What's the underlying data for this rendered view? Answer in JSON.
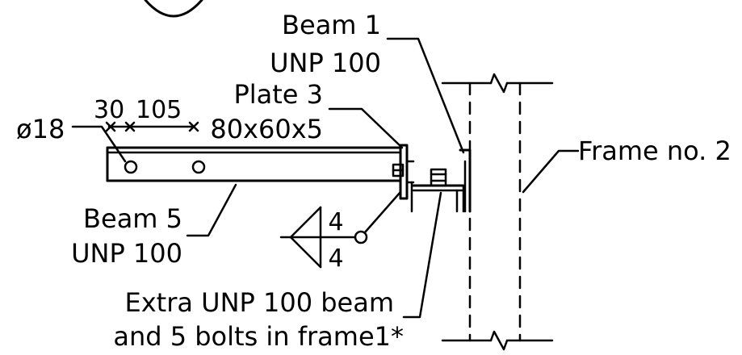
{
  "labels": {
    "beam1_line1": "Beam 1",
    "beam1_line2": "UNP 100",
    "plate3_line1": "Plate 3",
    "plate3_line2": "80x60x5",
    "hole_diameter": "ø18",
    "dim_30": "30",
    "dim_105": "105",
    "frame": "Frame no. 2",
    "beam5_line1": "Beam 5",
    "beam5_line2": "UNP 100",
    "weld_top": "4",
    "weld_bottom": "4",
    "extra_line1": "Extra UNP 100 beam",
    "extra_line2": "and 5 bolts in frame1*"
  },
  "colors": {
    "ink": "#000000",
    "paper": "#ffffff"
  }
}
